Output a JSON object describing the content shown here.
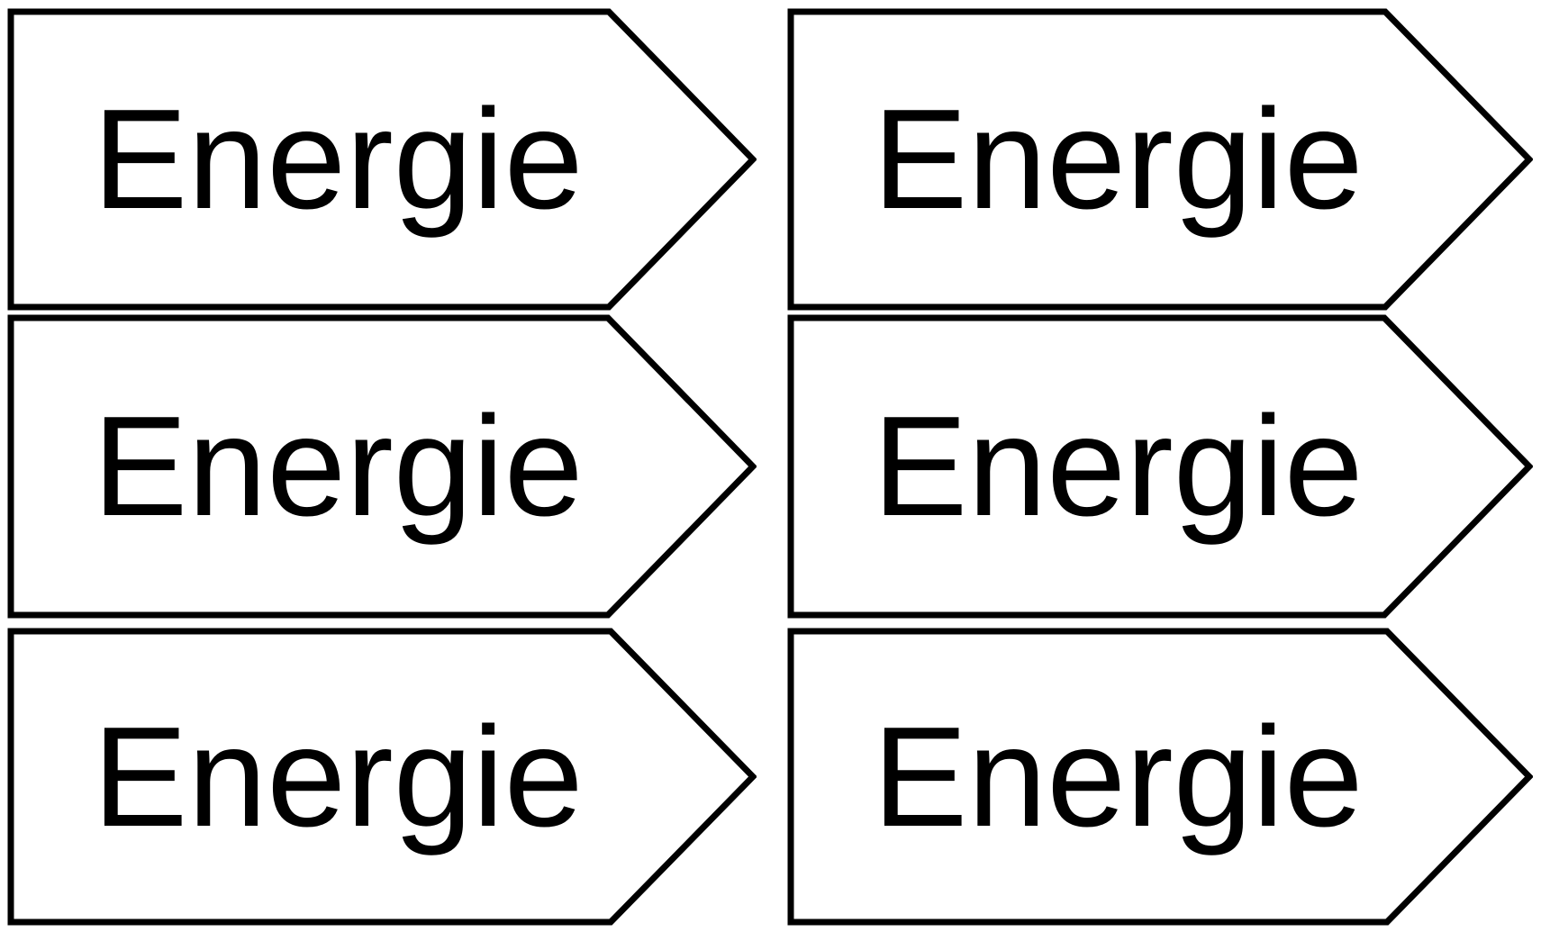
{
  "arrows": [
    {
      "id": "top-left",
      "label": "Energie"
    },
    {
      "id": "top-right",
      "label": "Energie"
    },
    {
      "id": "middle-left",
      "label": "Energie"
    },
    {
      "id": "middle-right",
      "label": "Energie"
    },
    {
      "id": "bottom-left",
      "label": "Energie"
    },
    {
      "id": "bottom-right",
      "label": "Energie"
    }
  ],
  "colors": {
    "outline": "#000000",
    "fill": "#ffffff",
    "background": "#ffffff",
    "text": "#000000"
  }
}
